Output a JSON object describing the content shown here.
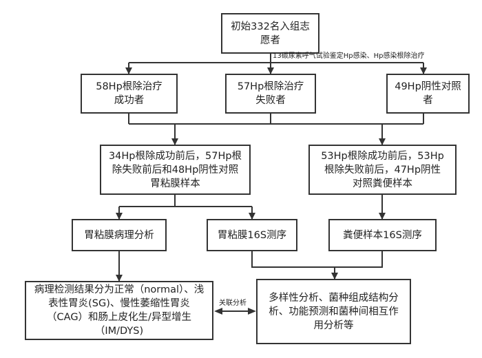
{
  "nodes": {
    "start": "初始332名入组志愿者",
    "success": "58Hp根除治疗成功者",
    "failure": "57Hp根除治疗失败者",
    "negative": "49Hp阴性对照者",
    "gastric_samples": "34Hp根除成功前后，57Hp根除失败前后和48Hp阴性对照胃粘膜样本",
    "fecal_samples": "53Hp根除成功前后，53Hp根除失败前后，47Hp阴性对照粪便样本",
    "pathology": "胃粘膜病理分析",
    "gastric_16s": "胃粘膜16S测序",
    "fecal_16s": "粪便样本16S测序",
    "pathology_result": "病理检测结果分为正常（normal）、浅表性胃炎(SG)、慢性萎缩性胃炎（CAG）和肠上皮化生/异型增生（IM/DYS)",
    "analysis": "多样性分析、菌种组成结构分析、功能预测和菌种间相互作用分析等"
  },
  "edge_labels": {
    "screening": "13碳尿素呼气试验鉴定Hp感染、Hp感染根除治疗",
    "correlation": "关联分析"
  }
}
